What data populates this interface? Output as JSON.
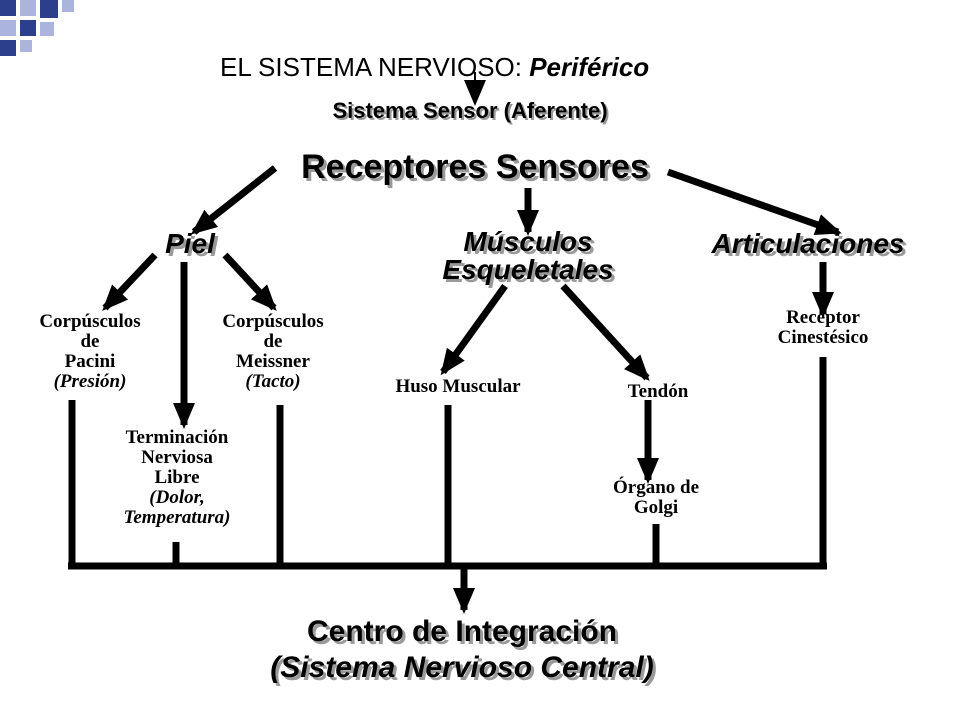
{
  "header": {
    "title_prefix": "EL SISTEMA NERVIOSO:",
    "title_emphasis": "Periférico",
    "subtitle": "Sistema Sensor (Aferente)"
  },
  "root": "Receptores Sensores",
  "categories": {
    "piel": "Piel",
    "musculos_line1": "Músculos",
    "musculos_line2": "Esqueletales",
    "articulaciones": "Articulaciones"
  },
  "receptors": {
    "pacini": {
      "line1": "Corpúsculos",
      "line2": "de",
      "line3": "Pacini",
      "detail": "(Presión)"
    },
    "meissner": {
      "line1": "Corpúsculos",
      "line2": "de",
      "line3": "Meissner",
      "detail": "(Tacto)"
    },
    "terminacion": {
      "line1": "Terminación",
      "line2": "Nerviosa",
      "line3": "Libre",
      "detail1": "(Dolor,",
      "detail2": "Temperatura)"
    },
    "huso": {
      "label": "Huso Muscular"
    },
    "tendon": {
      "label": "Tendón"
    },
    "golgi": {
      "line1": "Órgano de",
      "line2": "Golgi"
    },
    "cinestesico": {
      "line1": "Receptor",
      "line2": "Cinestésico"
    }
  },
  "integration": {
    "line1": "Centro de Integración",
    "line2": "(Sistema Nervioso Central)"
  },
  "colors": {
    "decor_blue": "#2b3f8c",
    "decor_light": "#aab4dc",
    "shadow": "#9a9a9a"
  }
}
